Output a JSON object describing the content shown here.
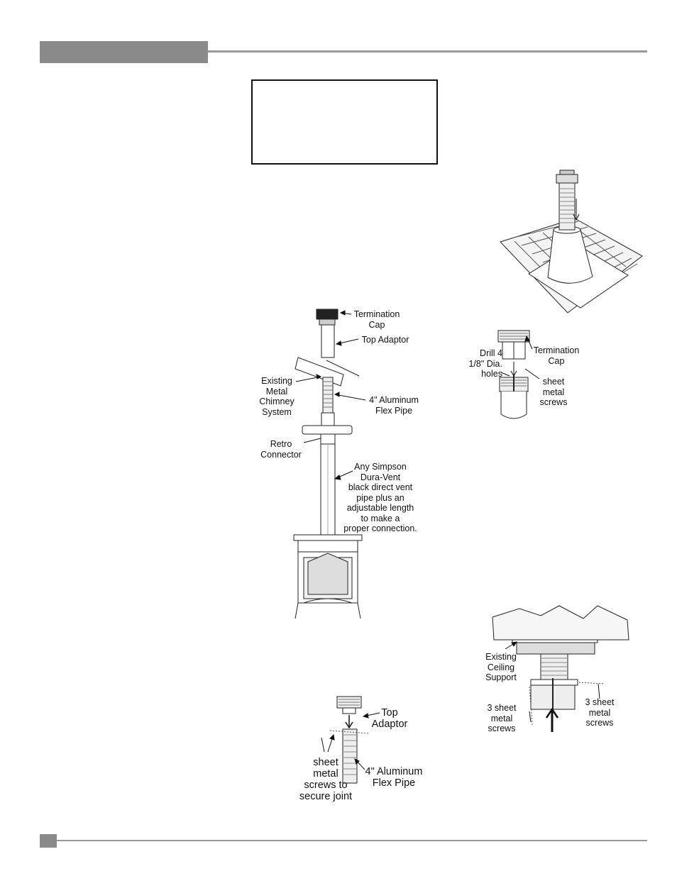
{
  "figure_main": {
    "termination_cap": "Termination\nCap",
    "top_adaptor": "Top Adaptor",
    "existing_chimney": "Existing\nMetal\nChimney\nSystem",
    "aluminum_flex": "4\" Aluminum\nFlex Pipe",
    "retro_connector": "Retro\nConnector",
    "simpson_note": "Any Simpson\nDura-Vent\nblack direct vent\npipe plus an\nadjustable length\nto make a\nproper connection."
  },
  "figure_cap": {
    "drill_note": "Drill 4\n1/8\" Dia.\nholes",
    "termination_cap": "Termination\nCap",
    "sheet_metal_screws": "sheet\nmetal\nscrews"
  },
  "figure_adaptor": {
    "top_adaptor": "Top\nAdaptor",
    "screws": "sheet\nmetal\nscrews to\nsecure joint",
    "flex_pipe": "4\" Aluminum\nFlex Pipe"
  },
  "figure_ceiling": {
    "ceiling_support": "Existing\nCeiling\nSupport",
    "screws_left": "3 sheet\nmetal\nscrews",
    "screws_right": "3 sheet\nmetal\nscrews"
  },
  "colors": {
    "header_gray": "#8a8a8a",
    "rule_gray": "#9a9a9a",
    "ink": "#111111"
  }
}
